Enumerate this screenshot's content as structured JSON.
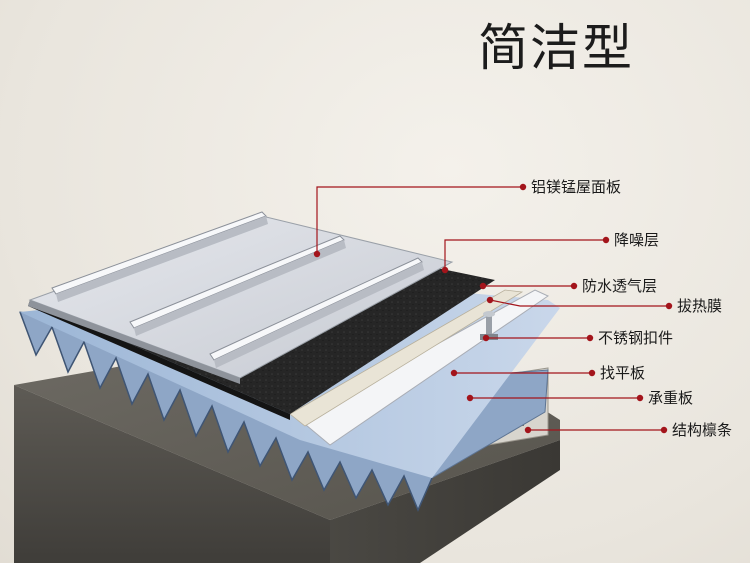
{
  "title": "简洁型",
  "labels": {
    "panel": "铝镁锰屋面板",
    "noise": "降噪层",
    "breathable": "防水透气层",
    "heat": "拔热膜",
    "bracket": "不锈钢扣件",
    "leveling": "找平板",
    "bearing": "承重板",
    "purlin": "结构檩条"
  },
  "colors": {
    "leader": "#a3141b",
    "dot": "#a3141b"
  }
}
